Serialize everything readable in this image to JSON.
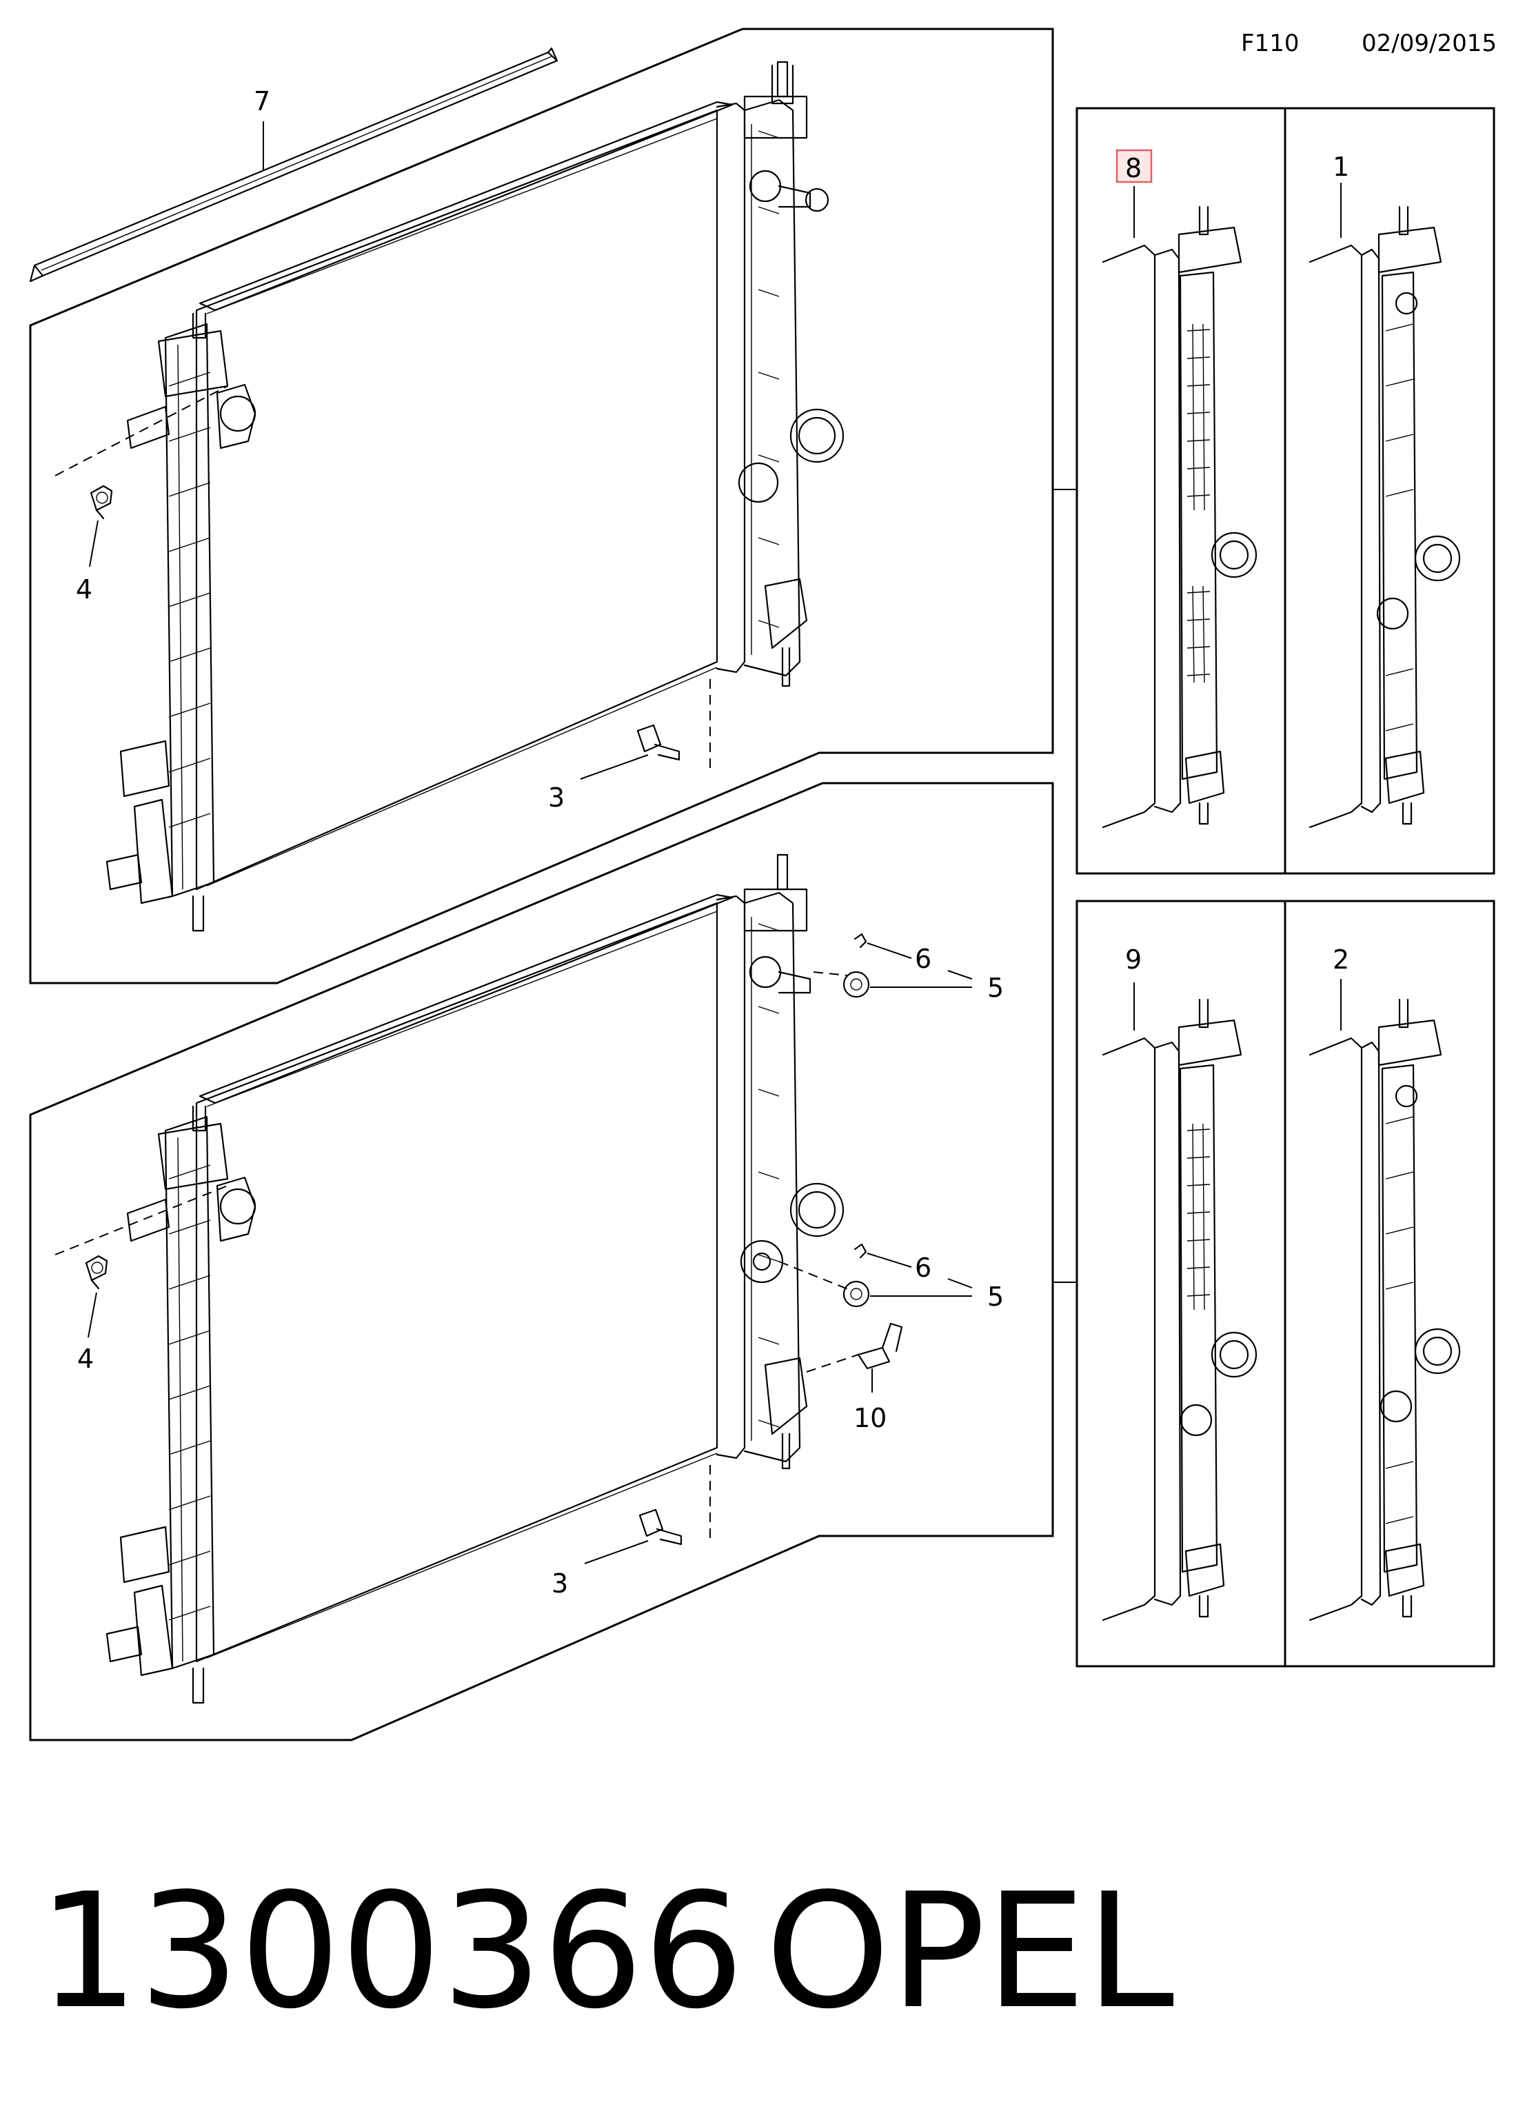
{
  "header": {
    "code": "F110",
    "date": "02/09/2015"
  },
  "callouts": {
    "top": {
      "c7": "7",
      "c4": "4",
      "c3": "3"
    },
    "bottom": {
      "c6a": "6",
      "c5a": "5",
      "c6b": "6",
      "c5b": "5",
      "c4": "4",
      "c10": "10",
      "c3": "3"
    },
    "right_top": {
      "c8": "8",
      "c1": "1"
    },
    "right_bottom": {
      "c9": "9",
      "c2": "2"
    }
  },
  "highlight": {
    "callout": "8",
    "color": "#e06060"
  },
  "footer": {
    "part_number": "1300366",
    "brand": "OPEL"
  },
  "icons": [
    "radiator-assembly",
    "seal-strip",
    "bracket-clip",
    "sensor-bolt",
    "nut",
    "clip",
    "temperature-sensor"
  ]
}
